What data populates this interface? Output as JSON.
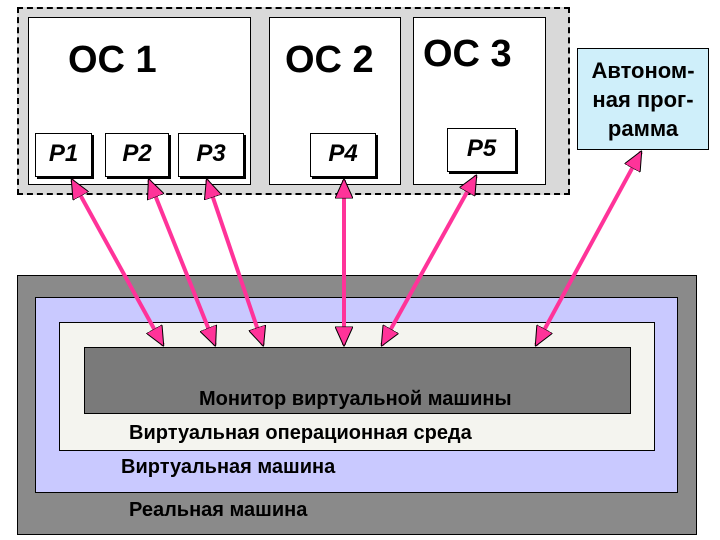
{
  "guest_systems": [
    {
      "title": "ОС 1",
      "processes": [
        "Р1",
        "Р2",
        "Р3"
      ]
    },
    {
      "title": "ОС 2",
      "processes": [
        "Р4"
      ]
    },
    {
      "title": "ОС 3",
      "processes": [
        "Р5"
      ]
    }
  ],
  "autonomous_program": {
    "lines": [
      "Автоном-",
      "ная прог-",
      "рамма"
    ]
  },
  "layers": {
    "real_machine": "Реальная машина",
    "virtual_machine": "Виртуальная машина",
    "virtual_os_environment": "Виртуальная операционная среда",
    "vm_monitor": "Монитор виртуальной машины"
  },
  "colors": {
    "real_machine": "#8a8a8a",
    "virtual_machine": "#c9c9ff",
    "virtual_os_environment": "#f4f4ef",
    "vm_monitor": "#7a7a7a",
    "guest_frame": "#d9d9d9",
    "autonomous_program": "#cfeffa",
    "arrow": "#ff3399"
  }
}
